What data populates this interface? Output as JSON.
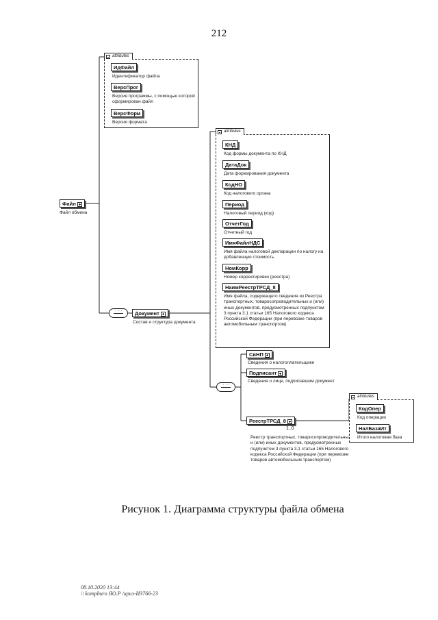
{
  "page_number": "212",
  "attributes_label": "attributes",
  "file_node": {
    "name": "Файл",
    "desc": "Файл обмена"
  },
  "file_attributes": [
    {
      "name": "ИдФайл",
      "desc": "Идентификатор файла"
    },
    {
      "name": "ВерсПрог",
      "desc": "Версия программы, с помощью которой сформирован файл"
    },
    {
      "name": "ВерсФорм",
      "desc": "Версия формата"
    }
  ],
  "document_node": {
    "name": "Документ",
    "desc": "Состав и структура документа"
  },
  "document_attributes": [
    {
      "name": "КНД",
      "desc": "Код формы документа по КНД"
    },
    {
      "name": "ДатаДок",
      "desc": "Дата формирования документа"
    },
    {
      "name": "КодНО",
      "desc": "Код налогового органа"
    },
    {
      "name": "Период",
      "desc": "Налоговый период (код)"
    },
    {
      "name": "ОтчетГод",
      "desc": "Отчетный год"
    },
    {
      "name": "ИмяФайлНДС",
      "desc": "Имя файла налоговой декларации по налогу на добавленную стоимость"
    },
    {
      "name": "НомКорр",
      "desc": "Номер корректировки (реестра)"
    },
    {
      "name": "НаимРеестрТРСД_8",
      "desc": "Имя файла, содержащего сведения из Реестра транспортных, товаросопроводительных и (или) иных документов, предусмотренных подпунктом 3 пункта 3.1 статьи 165 Налогового кодекса Российской Федерации (при перевозке товаров автомобильным транспортом)"
    }
  ],
  "child_nodes": [
    {
      "name": "СвНП",
      "desc": "Сведения о налогоплательщике"
    },
    {
      "name": "Подписант",
      "desc": "Сведения о лице, подписавшем документ"
    },
    {
      "name": "РеестрТРСД_8",
      "multiplicity": "1..0",
      "desc": "Реестр транспортных, товаросопроводительных и (или) иных документов, предусмотренных подпунктом 3 пункта 3.1 статьи 165 Налогового кодекса Российской Федерации (при перевозке товаров автомобильным транспортом)"
    }
  ],
  "registry_attributes": [
    {
      "name": "КодОпер",
      "desc": "Код операции"
    },
    {
      "name": "НалБазаИт",
      "desc": "Итого налоговая база"
    }
  ],
  "caption": "Рисунок 1. Диаграмма структуры файла обмена",
  "footer": {
    "line1": "08.10.2020 13:44",
    "line2": "\\\\ kompburo ЯО.Р /ириз-ИЗ766-23"
  }
}
